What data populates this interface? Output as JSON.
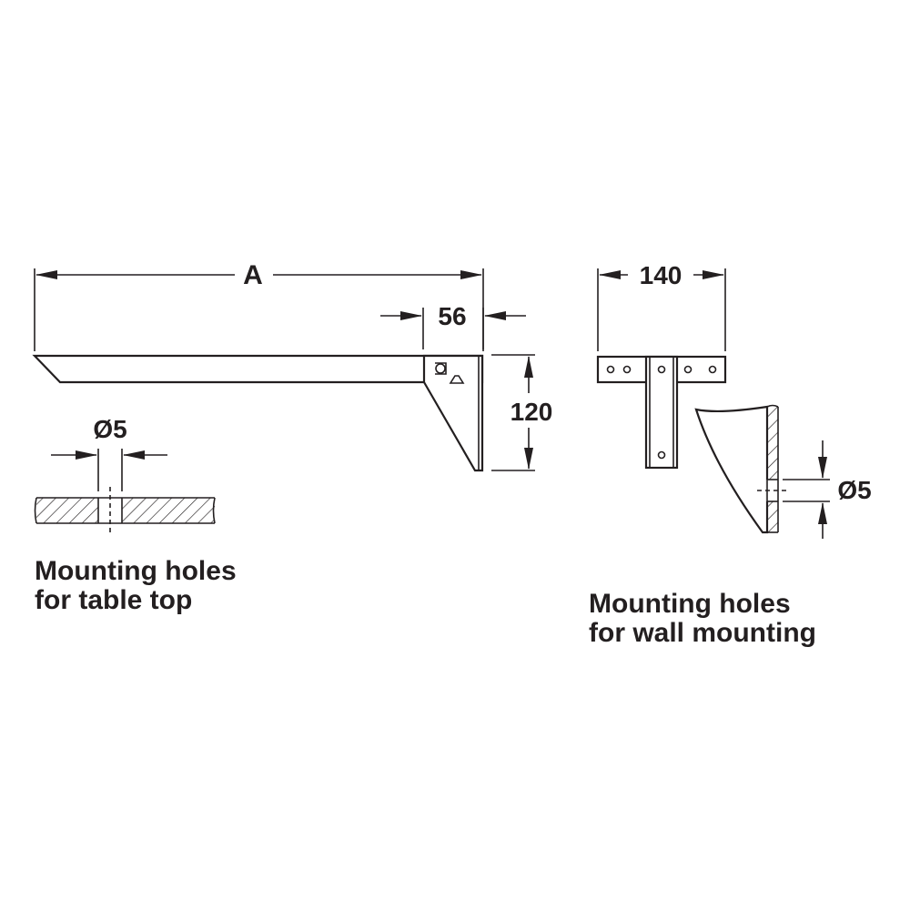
{
  "dimensions": {
    "length": "A",
    "depth_56": "56",
    "height": "120",
    "width": "140",
    "hole_table": "Ø5",
    "hole_wall": "Ø5"
  },
  "captions": {
    "table_line1": "Mounting holes",
    "table_line2": "for table top",
    "wall_line1": "Mounting holes",
    "wall_line2": "for wall mounting"
  },
  "colors": {
    "ink": "#231f20",
    "background": "#ffffff"
  }
}
